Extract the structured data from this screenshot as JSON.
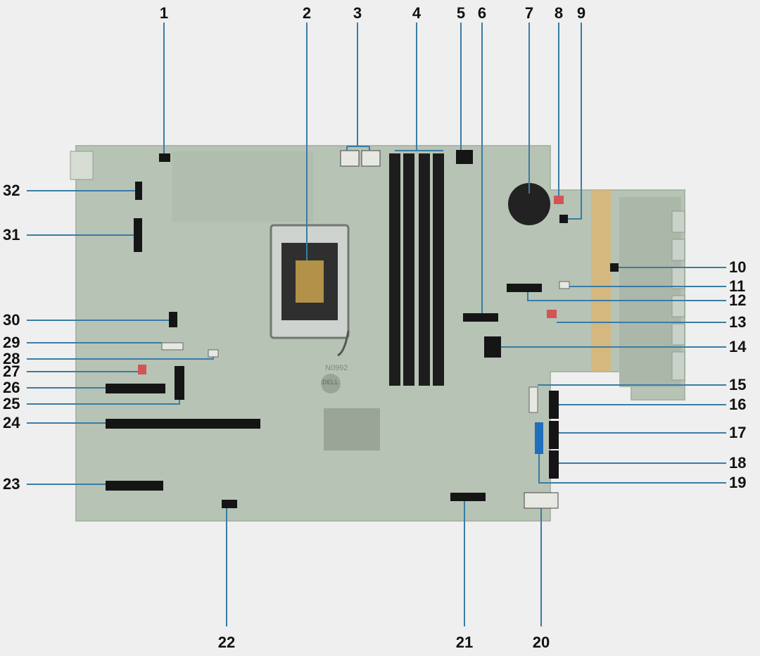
{
  "diagram": {
    "colors": {
      "background": "#efefef",
      "board": "#b7c3b5",
      "board_dark": "#a3b1a2",
      "connector_black": "#151515",
      "connector_white": "#e8e8e2",
      "connector_red": "#d25555",
      "connector_blue": "#1f6fbd",
      "battery": "#222222",
      "gold": "#d9b675",
      "leader_line": "#3a7ca5",
      "callout_text": "#111111"
    },
    "board_text": {
      "model": "N0992",
      "brand": "DELL"
    },
    "callouts": [
      {
        "id": "1",
        "label": "1"
      },
      {
        "id": "2",
        "label": "2"
      },
      {
        "id": "3",
        "label": "3"
      },
      {
        "id": "4",
        "label": "4"
      },
      {
        "id": "5",
        "label": "5"
      },
      {
        "id": "6",
        "label": "6"
      },
      {
        "id": "7",
        "label": "7"
      },
      {
        "id": "8",
        "label": "8"
      },
      {
        "id": "9",
        "label": "9"
      },
      {
        "id": "10",
        "label": "10"
      },
      {
        "id": "11",
        "label": "11"
      },
      {
        "id": "12",
        "label": "12"
      },
      {
        "id": "13",
        "label": "13"
      },
      {
        "id": "14",
        "label": "14"
      },
      {
        "id": "15",
        "label": "15"
      },
      {
        "id": "16",
        "label": "16"
      },
      {
        "id": "17",
        "label": "17"
      },
      {
        "id": "18",
        "label": "18"
      },
      {
        "id": "19",
        "label": "19"
      },
      {
        "id": "20",
        "label": "20"
      },
      {
        "id": "21",
        "label": "21"
      },
      {
        "id": "22",
        "label": "22"
      },
      {
        "id": "23",
        "label": "23"
      },
      {
        "id": "24",
        "label": "24"
      },
      {
        "id": "25",
        "label": "25"
      },
      {
        "id": "26",
        "label": "26"
      },
      {
        "id": "27",
        "label": "27"
      },
      {
        "id": "28",
        "label": "28"
      },
      {
        "id": "29",
        "label": "29"
      },
      {
        "id": "30",
        "label": "30"
      },
      {
        "id": "31",
        "label": "31"
      },
      {
        "id": "32",
        "label": "32"
      }
    ]
  }
}
